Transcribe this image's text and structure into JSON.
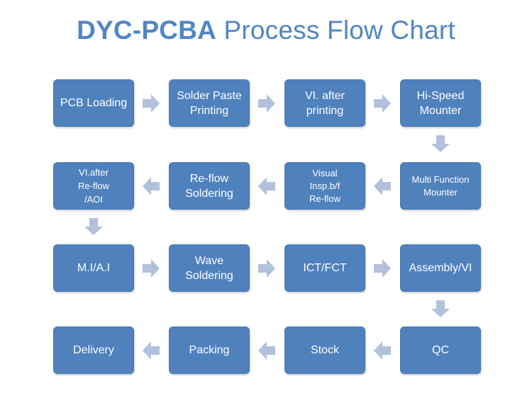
{
  "title": {
    "bold_part": "DYC-PCBA",
    "rest": " Process Flow Chart"
  },
  "colors": {
    "title": "#4f86c6",
    "box_fill": "#4f81bd",
    "box_text": "#ffffff",
    "arrow": "#b2c1db"
  },
  "steps": [
    {
      "label": "PCB Loading"
    },
    {
      "label": "Solder Paste\nPrinting"
    },
    {
      "label": "VI. after\nprinting"
    },
    {
      "label": "Hi-Speed\nMounter"
    },
    {
      "label": "Multi Function\nMounter"
    },
    {
      "label": "Visual\nInsp.b/f\nRe-flow"
    },
    {
      "label": "Re-flow\nSoldering"
    },
    {
      "label": "VI.after\nRe-flow\n/AOI"
    },
    {
      "label": "M.I/A.I"
    },
    {
      "label": "Wave\nSoldering"
    },
    {
      "label": "ICT/FCT"
    },
    {
      "label": "Assembly/VI"
    },
    {
      "label": "QC"
    },
    {
      "label": "Stock"
    },
    {
      "label": "Packing"
    },
    {
      "label": "Delivery"
    }
  ],
  "connections": [
    {
      "from": "PCB Loading",
      "to": "Solder Paste Printing",
      "direction": "right"
    },
    {
      "from": "Solder Paste Printing",
      "to": "VI. after printing",
      "direction": "right"
    },
    {
      "from": "VI. after printing",
      "to": "Hi-Speed Mounter",
      "direction": "right"
    },
    {
      "from": "Hi-Speed Mounter",
      "to": "Multi Function Mounter",
      "direction": "down"
    },
    {
      "from": "Multi Function Mounter",
      "to": "Visual Insp.b/f Re-flow",
      "direction": "left"
    },
    {
      "from": "Visual Insp.b/f Re-flow",
      "to": "Re-flow Soldering",
      "direction": "left"
    },
    {
      "from": "Re-flow Soldering",
      "to": "VI.after Re-flow /AOI",
      "direction": "left"
    },
    {
      "from": "VI.after Re-flow /AOI",
      "to": "M.I/A.I",
      "direction": "down"
    },
    {
      "from": "M.I/A.I",
      "to": "Wave Soldering",
      "direction": "right"
    },
    {
      "from": "Wave Soldering",
      "to": "ICT/FCT",
      "direction": "right"
    },
    {
      "from": "ICT/FCT",
      "to": "Assembly/VI",
      "direction": "right"
    },
    {
      "from": "Assembly/VI",
      "to": "QC",
      "direction": "down"
    },
    {
      "from": "QC",
      "to": "Stock",
      "direction": "left"
    },
    {
      "from": "Stock",
      "to": "Packing",
      "direction": "left"
    },
    {
      "from": "Packing",
      "to": "Delivery",
      "direction": "left"
    }
  ]
}
